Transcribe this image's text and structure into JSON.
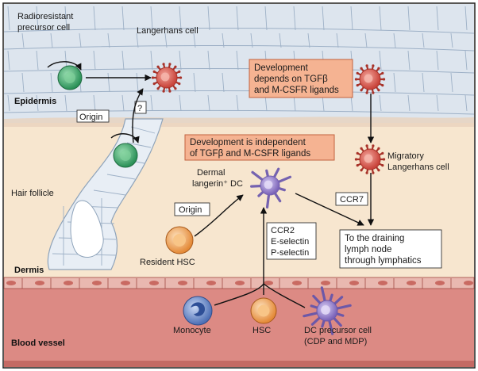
{
  "regions": {
    "epidermis": "Epidermis",
    "dermis": "Dermis",
    "blood_vessel": "Blood vessel",
    "hair_follicle": "Hair follicle"
  },
  "labels": {
    "radioresistant_line1": "Radioresistant",
    "radioresistant_line2": "precursor cell",
    "langerhans_cell": "Langerhans cell",
    "dermal_dc_line1": "Dermal",
    "dermal_dc_line2": "langerin⁺ DC",
    "migratory_line1": "Migratory",
    "migratory_line2": "Langerhans cell",
    "resident_hsc": "Resident HSC",
    "monocyte": "Monocyte",
    "hsc": "HSC",
    "dc_precursor_line1": "DC precursor cell",
    "dc_precursor_line2": "(CDP and MDP)"
  },
  "boxes": {
    "dep_line1": "Development",
    "dep_line2": "depends on TGFβ",
    "dep_line3": "and M-CSFR ligands",
    "indep_line1": "Development is independent",
    "indep_line2": "of TGFβ and M-CSFR ligands",
    "question": "?",
    "origin_top": "Origin",
    "origin_mid": "Origin",
    "ccr7": "CCR7",
    "ccr2_line1": "CCR2",
    "ccr2_line2": "E-selectin",
    "ccr2_line3": "P-selectin",
    "lymph_line1": "To the draining",
    "lymph_line2": "lymph node",
    "lymph_line3": "through lymphatics"
  },
  "colors": {
    "langerhans": "#d9574c",
    "green_cell": "#3aa466",
    "orange_cell": "#f0a050",
    "purple_cell": "#8a73c4",
    "monocyte": "#5e7fc0",
    "dermis_bg": "#f7e6cf",
    "epidermis_bg": "#dfe6ef",
    "vessel_bg": "#d9807c",
    "orange_box": "#f5b392"
  }
}
